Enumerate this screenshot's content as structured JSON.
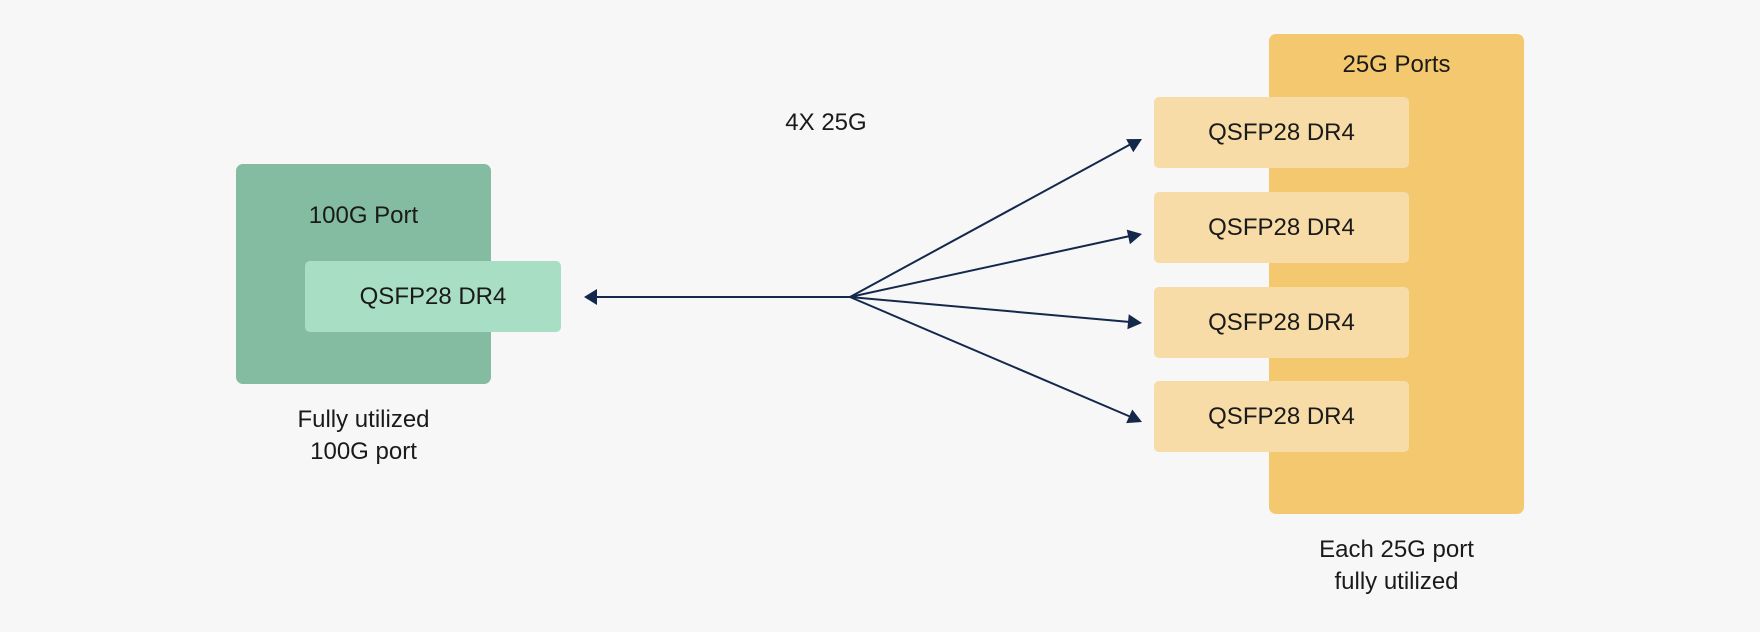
{
  "left": {
    "port_title": "100G Port",
    "module_label": "QSFP28 DR4",
    "caption_line1": "Fully utilized",
    "caption_line2": "100G port",
    "colors": {
      "port": "#84bca1",
      "module": "#a8dfc4"
    }
  },
  "link": {
    "label": "4X 25G",
    "arrow_color": "#14284b",
    "branch_count": 4
  },
  "right": {
    "port_title": "25G Ports",
    "modules": [
      {
        "label": "QSFP28 DR4"
      },
      {
        "label": "QSFP28 DR4"
      },
      {
        "label": "QSFP28 DR4"
      },
      {
        "label": "QSFP28 DR4"
      }
    ],
    "caption_line1": "Each 25G port",
    "caption_line2": "fully utilized",
    "colors": {
      "port": "#f4c86e",
      "module": "#f7dca7"
    }
  },
  "background": "#f7f7f7"
}
